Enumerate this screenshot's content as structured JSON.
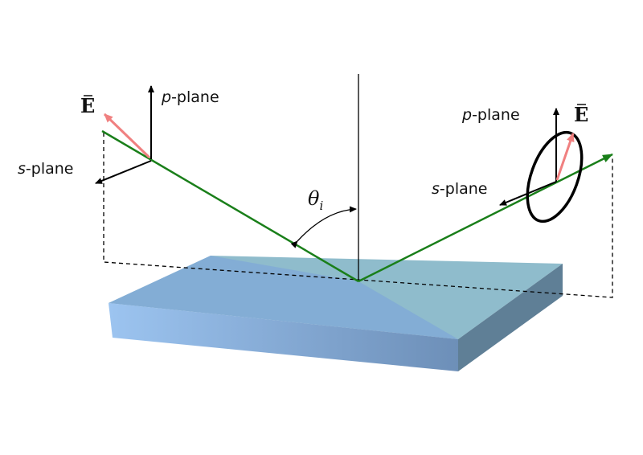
{
  "diagram": {
    "incident": {
      "p_plane_prefix": "p",
      "p_plane_suffix": "-plane",
      "s_plane_prefix": "s",
      "s_plane_suffix": "-plane",
      "field_label": "E"
    },
    "reflected": {
      "p_plane_prefix": "p",
      "p_plane_suffix": "-plane",
      "s_plane_prefix": "s",
      "s_plane_suffix": "-plane",
      "field_label": "E"
    },
    "angle": {
      "symbol": "θ",
      "subscript": "i"
    },
    "colors": {
      "beam": "#1a7f1a",
      "field_vector": "#f08080",
      "slab_top": "#8fbccc",
      "slab_front": "#7ea6d8",
      "slab_side": "#5f7f96"
    }
  }
}
